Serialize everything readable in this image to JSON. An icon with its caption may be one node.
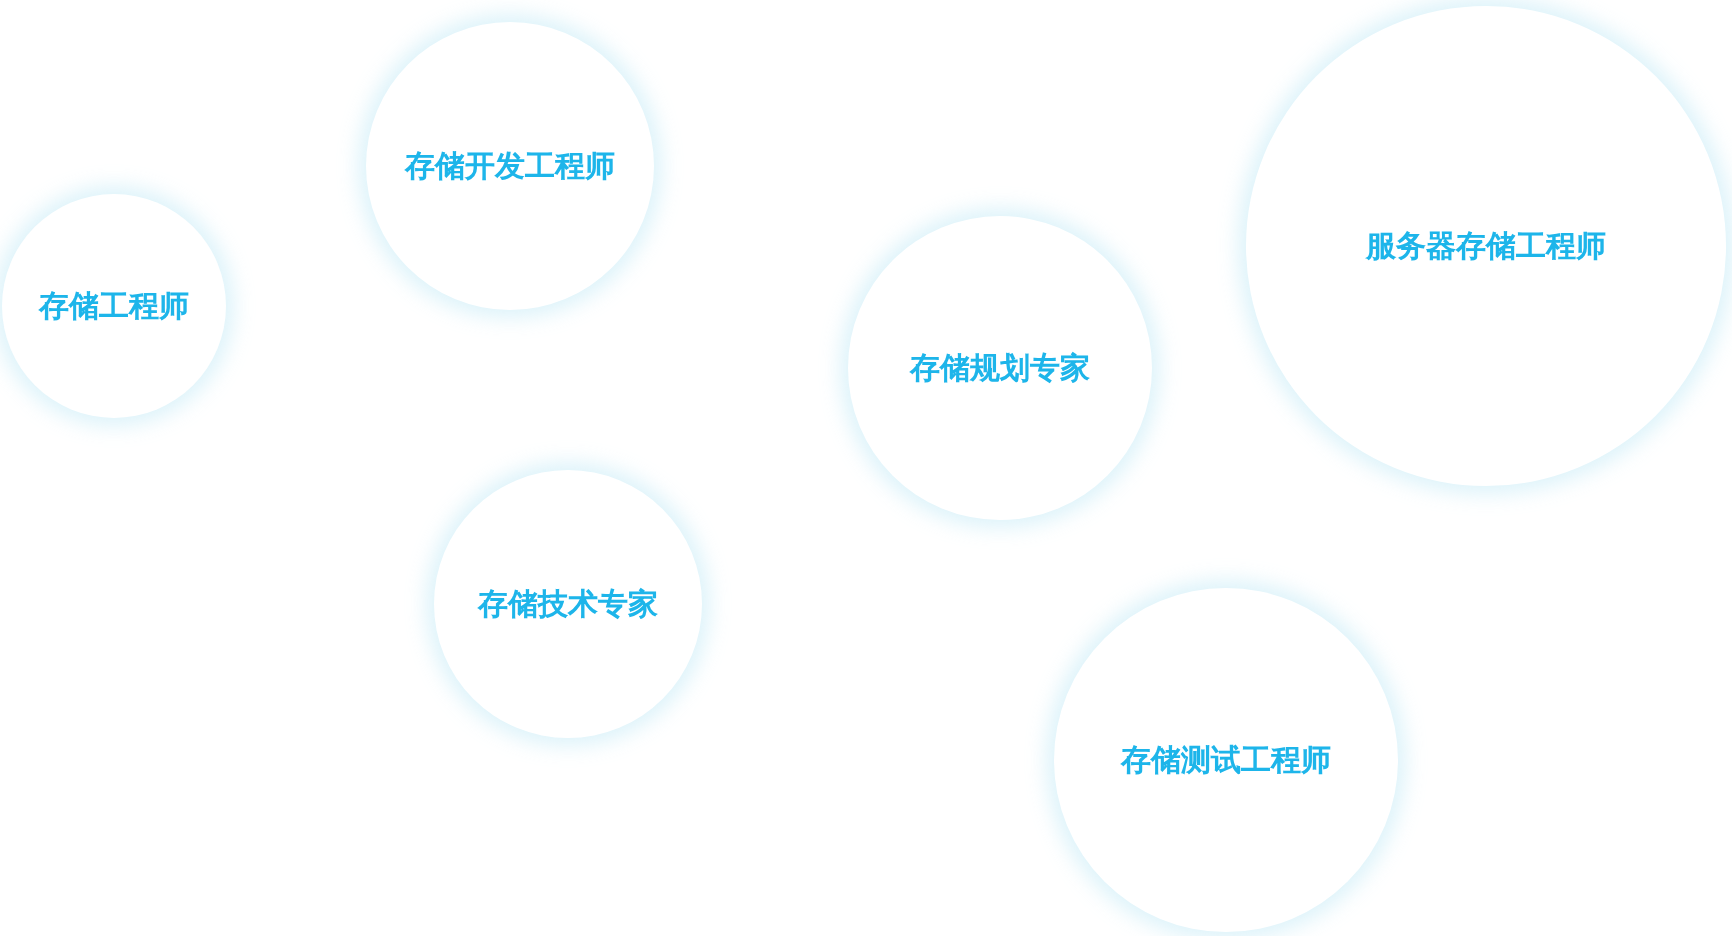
{
  "diagram": {
    "nodes": [
      {
        "text": [
          "存储开发工程师"
        ]
      },
      {
        "text": [
          "服务器存储工程师"
        ]
      },
      {
        "text": [
          "存储工程师"
        ]
      },
      {
        "text": [
          "存储规划专家"
        ]
      },
      {
        "text": [
          "存储技术专家"
        ]
      },
      {
        "text": [
          "存储测试工程师"
        ]
      }
    ],
    "edges": []
  }
}
